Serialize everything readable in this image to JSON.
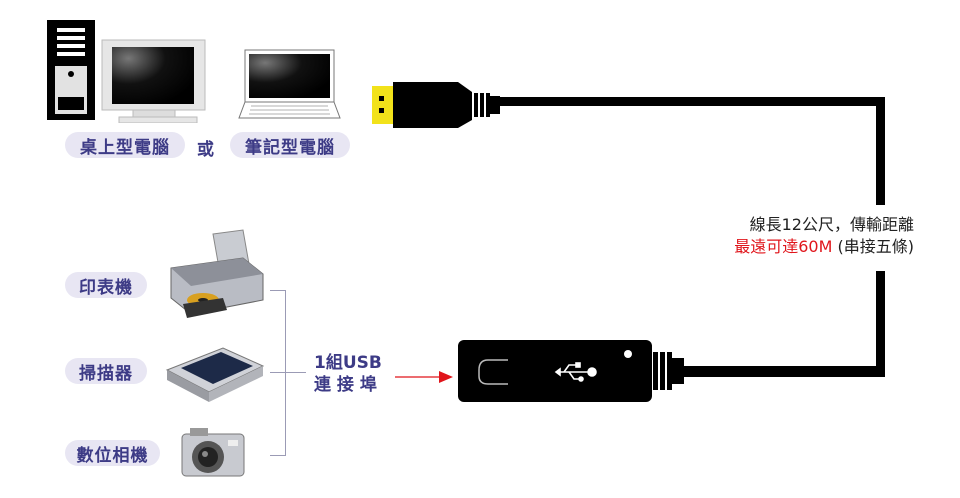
{
  "computers": {
    "desktop_label": "桌上型電腦",
    "or_label": "或",
    "laptop_label": "筆記型電腦"
  },
  "cable_note": {
    "line1": "線長12公尺，傳輸距離",
    "line2_red": "最遠可達60M",
    "line2_rest": " (串接五條)"
  },
  "devices": [
    {
      "label": "印表機"
    },
    {
      "label": "掃描器"
    },
    {
      "label": "數位相機"
    }
  ],
  "hub": {
    "line1": "1組USB",
    "line2": "連 接 埠"
  },
  "colors": {
    "accent_red": "#e0151b",
    "navy": "#3d3b86",
    "pill": "#e8e6f3",
    "plug_yellow": "#f2e21a"
  }
}
